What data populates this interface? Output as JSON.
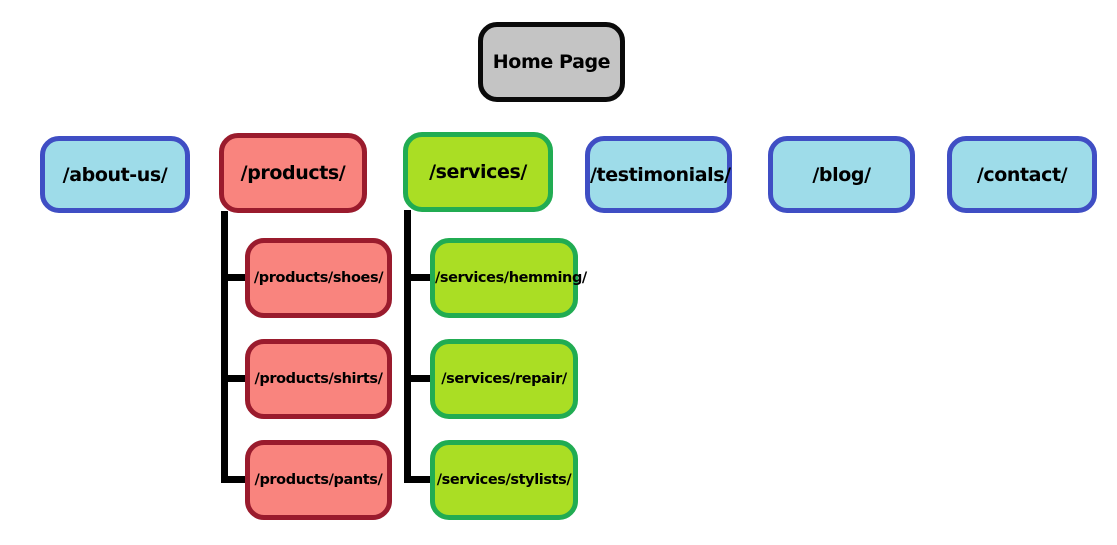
{
  "sitemap": {
    "home": {
      "label": "Home Page"
    },
    "top_pages": [
      {
        "id": "about-us",
        "label": "/about-us/"
      },
      {
        "id": "products",
        "label": "/products/"
      },
      {
        "id": "services",
        "label": "/services/"
      },
      {
        "id": "testimonials",
        "label": "/testimonials/"
      },
      {
        "id": "blog",
        "label": "/blog/"
      },
      {
        "id": "contact",
        "label": "/contact/"
      }
    ],
    "products_children": [
      {
        "id": "products-shoes",
        "label": "/products/shoes/"
      },
      {
        "id": "products-shirts",
        "label": "/products/shirts/"
      },
      {
        "id": "products-pants",
        "label": "/products/pants/"
      }
    ],
    "services_children": [
      {
        "id": "services-hemming",
        "label": "/services/hemming/"
      },
      {
        "id": "services-repair",
        "label": "/services/repair/"
      },
      {
        "id": "services-stylists",
        "label": "/services/stylists/"
      }
    ]
  },
  "colors": {
    "background": "#ffffff",
    "text": "#000000",
    "connector": "#000000",
    "home_fill": "#c4c4c4",
    "home_border": "#0a0a0a",
    "page_fill": "#9edce9",
    "page_border": "#3f4ec4",
    "products_fill": "#f9847e",
    "products_border": "#9a1b2d",
    "services_fill": "#aade24",
    "services_border": "#21ac52"
  }
}
